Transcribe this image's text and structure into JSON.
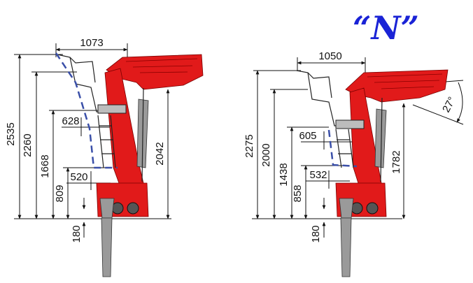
{
  "variant_label": "“N”",
  "colors": {
    "crane_red": "#e11a1a",
    "label_blue": "#1a23d6",
    "outline_blue_dashed": "#3a4fa8",
    "cylinder_grey": "#9a9a9a"
  },
  "left_diagram": {
    "dims": {
      "top_width": "1073",
      "total_height": "2535",
      "height_2": "2260",
      "seat_height": "1668",
      "base_height": "809",
      "seat_offset": "628",
      "platform_offset": "520",
      "column_height": "2042",
      "post_offset": "180"
    }
  },
  "right_diagram": {
    "dims": {
      "top_width": "1050",
      "total_height": "2275",
      "height_2": "2000",
      "seat_height": "1438",
      "base_height": "858",
      "seat_offset": "605",
      "platform_offset": "532",
      "column_height": "1782",
      "post_offset": "180",
      "angle": "27°"
    }
  }
}
